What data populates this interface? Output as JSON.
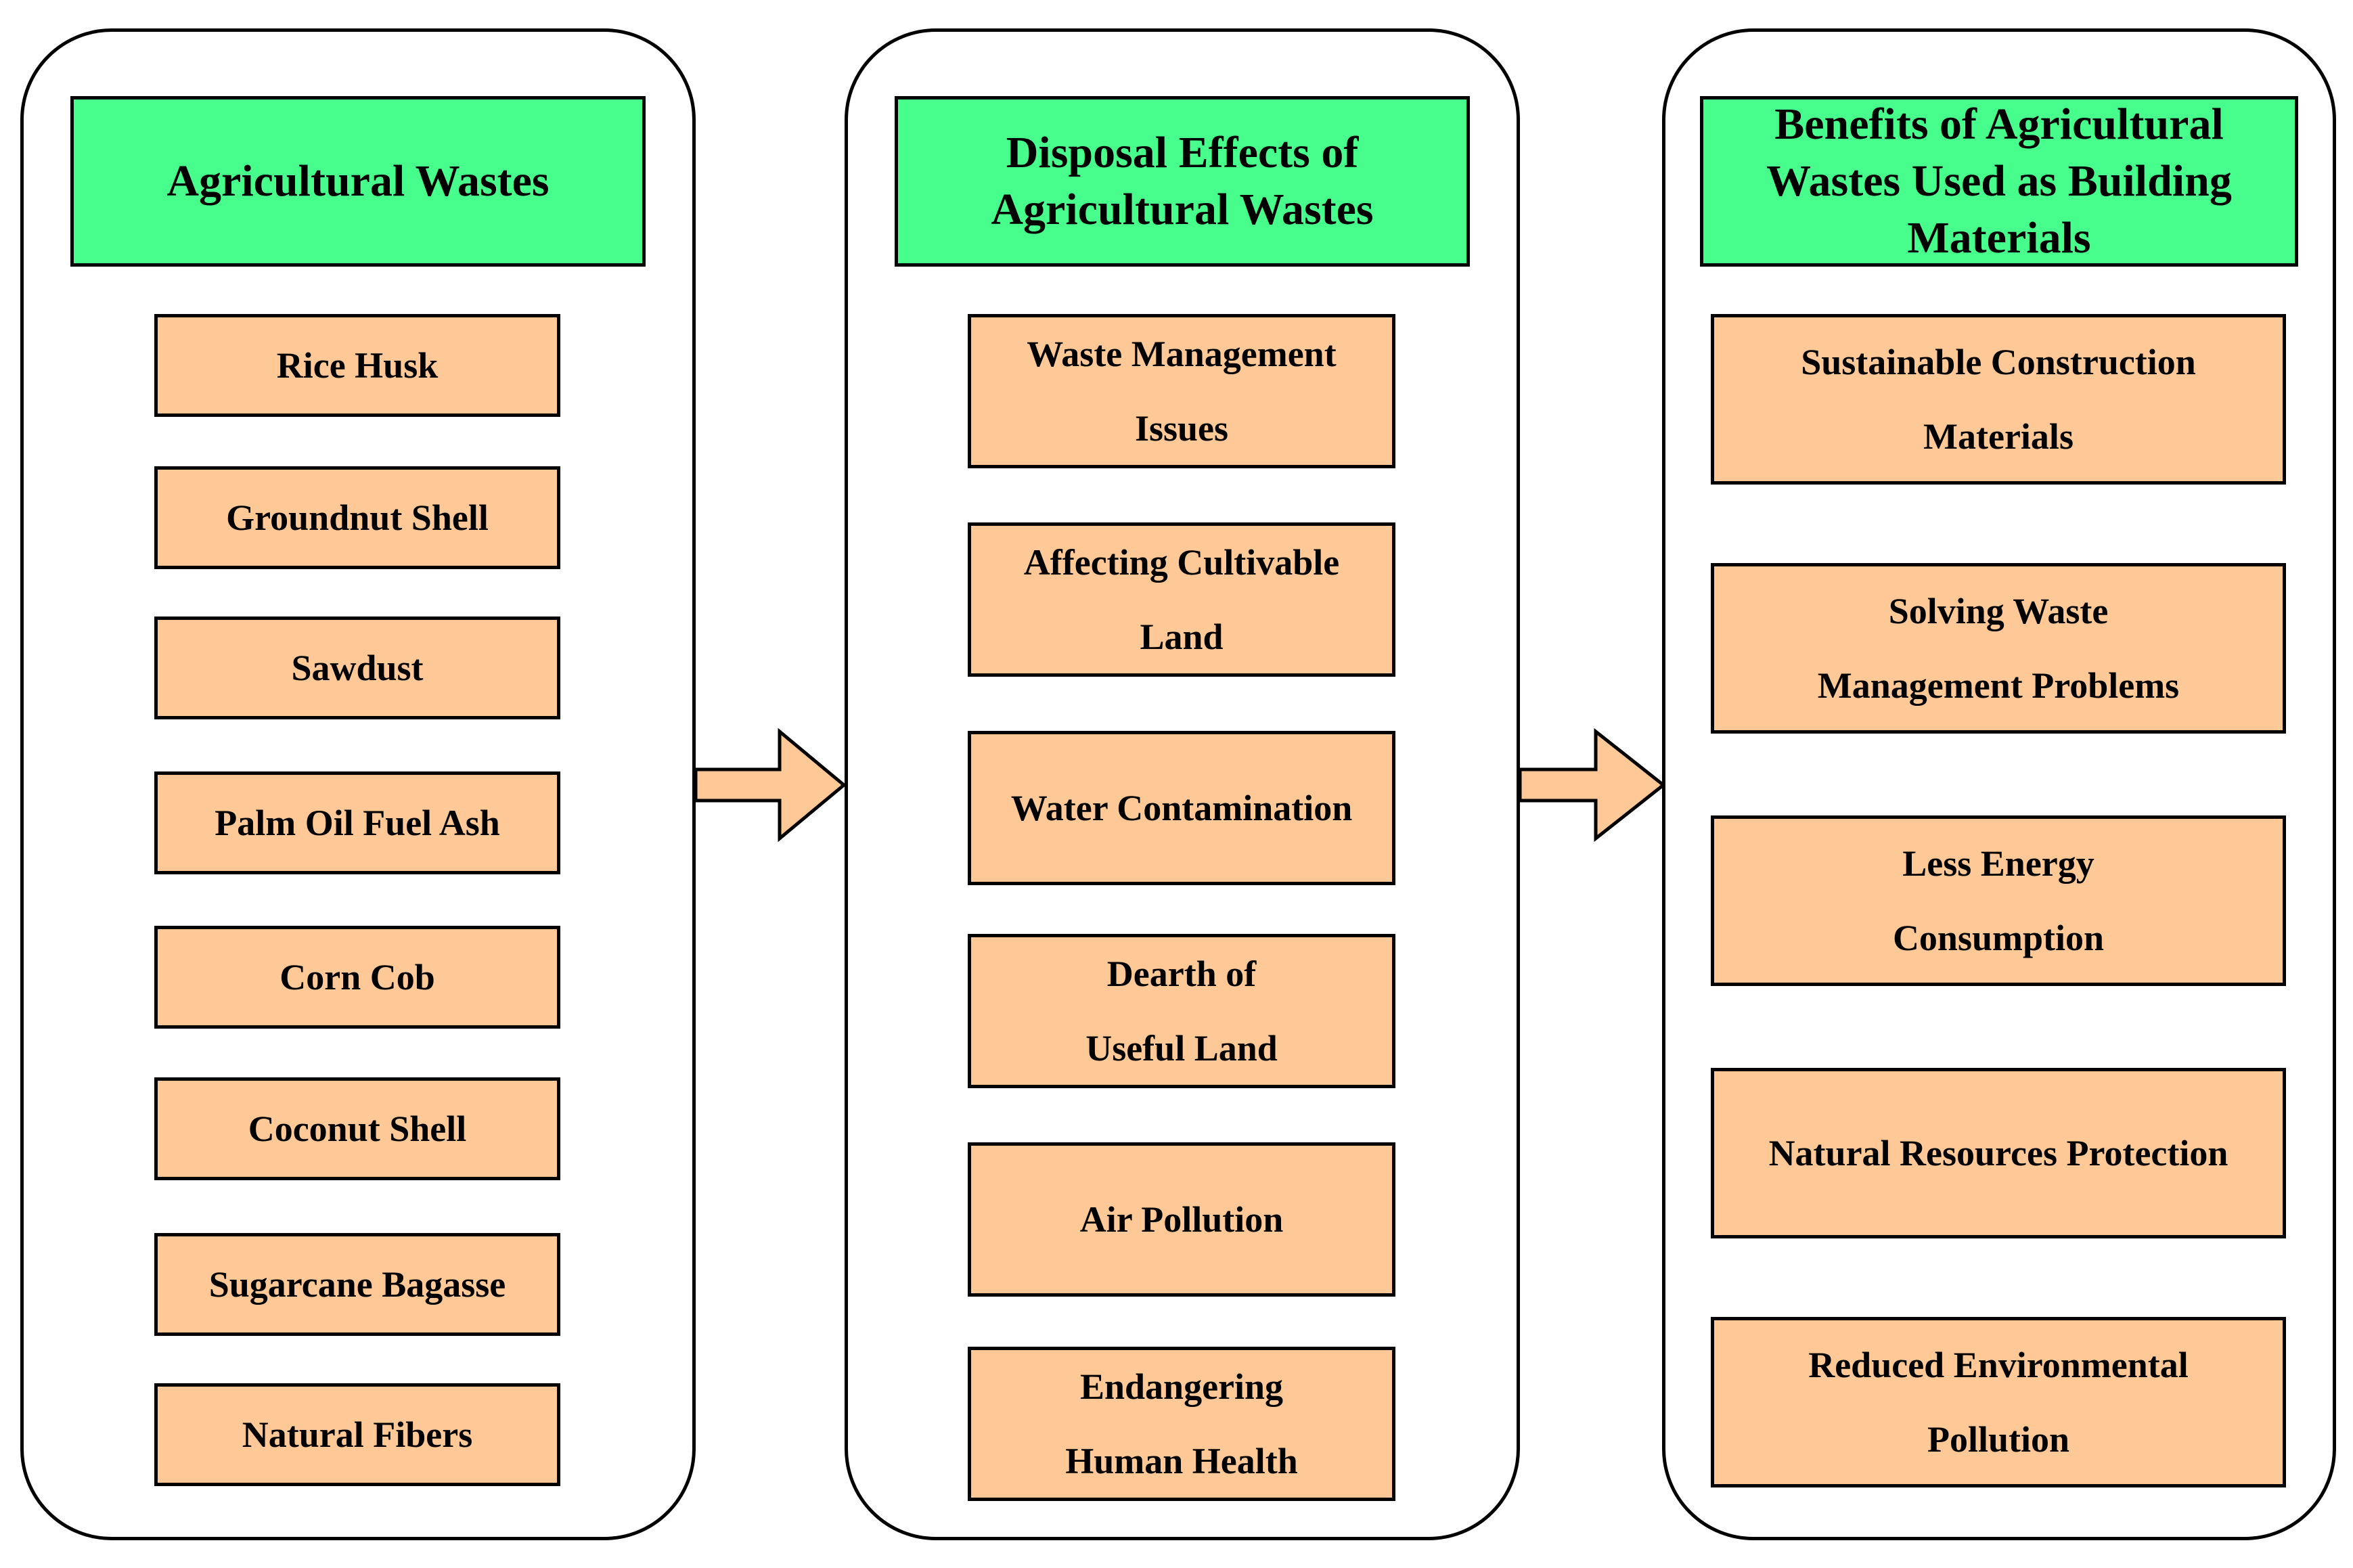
{
  "columns": [
    {
      "header": "Agricultural Wastes",
      "items": [
        "Rice Husk",
        "Groundnut Shell",
        "Sawdust",
        "Palm Oil Fuel Ash",
        "Corn Cob",
        "Coconut Shell",
        "Sugarcane Bagasse",
        "Natural Fibers"
      ]
    },
    {
      "header": "Disposal Effects of Agricultural Wastes",
      "items": [
        "Waste Management Issues",
        "Affecting Cultivable Land",
        "Water Contamination",
        "Dearth of Useful Land",
        "Air Pollution",
        "Endangering Human Health"
      ]
    },
    {
      "header": "Benefits of Agricultural Wastes Used as Building Materials",
      "items": [
        "Sustainable Construction Materials",
        "Solving Waste Management Problems",
        "Less Energy Consumption",
        "Natural Resources Protection",
        "Reduced Environmental Pollution"
      ]
    }
  ],
  "colors": {
    "header_fill": "#47fe8c",
    "box_fill": "#fec997",
    "border": "#000000",
    "background": "#ffffff"
  }
}
